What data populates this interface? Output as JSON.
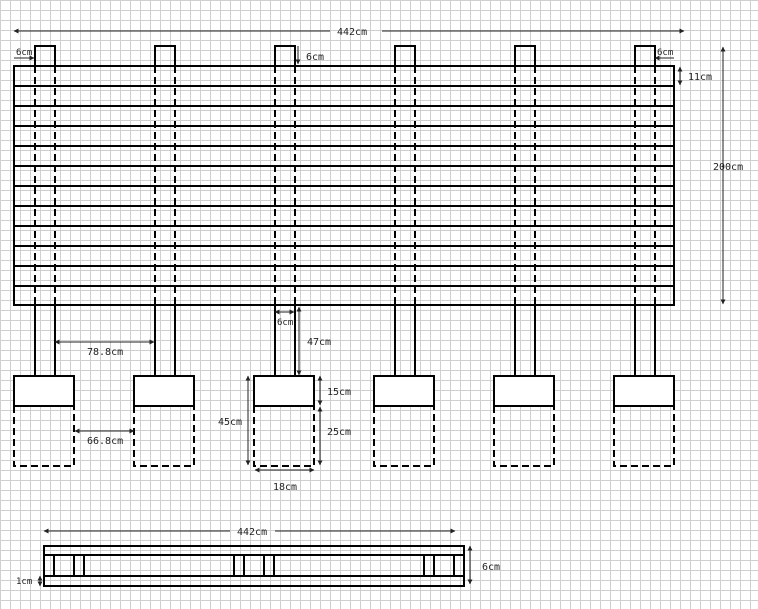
{
  "labels": {
    "overall_width": "442cm",
    "post_edge_left": "6cm",
    "post_top_above": "6cm",
    "post_edge_right": "6cm",
    "slat_height": "11cm",
    "total_height": "200cm",
    "post_gap": "78.8cm",
    "post_width": "6cm",
    "post_below": "47cm",
    "footing_gap": "66.8cm",
    "footing_top": "15cm",
    "footing_total": "45cm",
    "footing_buried": "25cm",
    "footing_width": "18cm",
    "bottom_width": "442cm",
    "bottom_height": "6cm",
    "bottom_rail": "1cm"
  }
}
